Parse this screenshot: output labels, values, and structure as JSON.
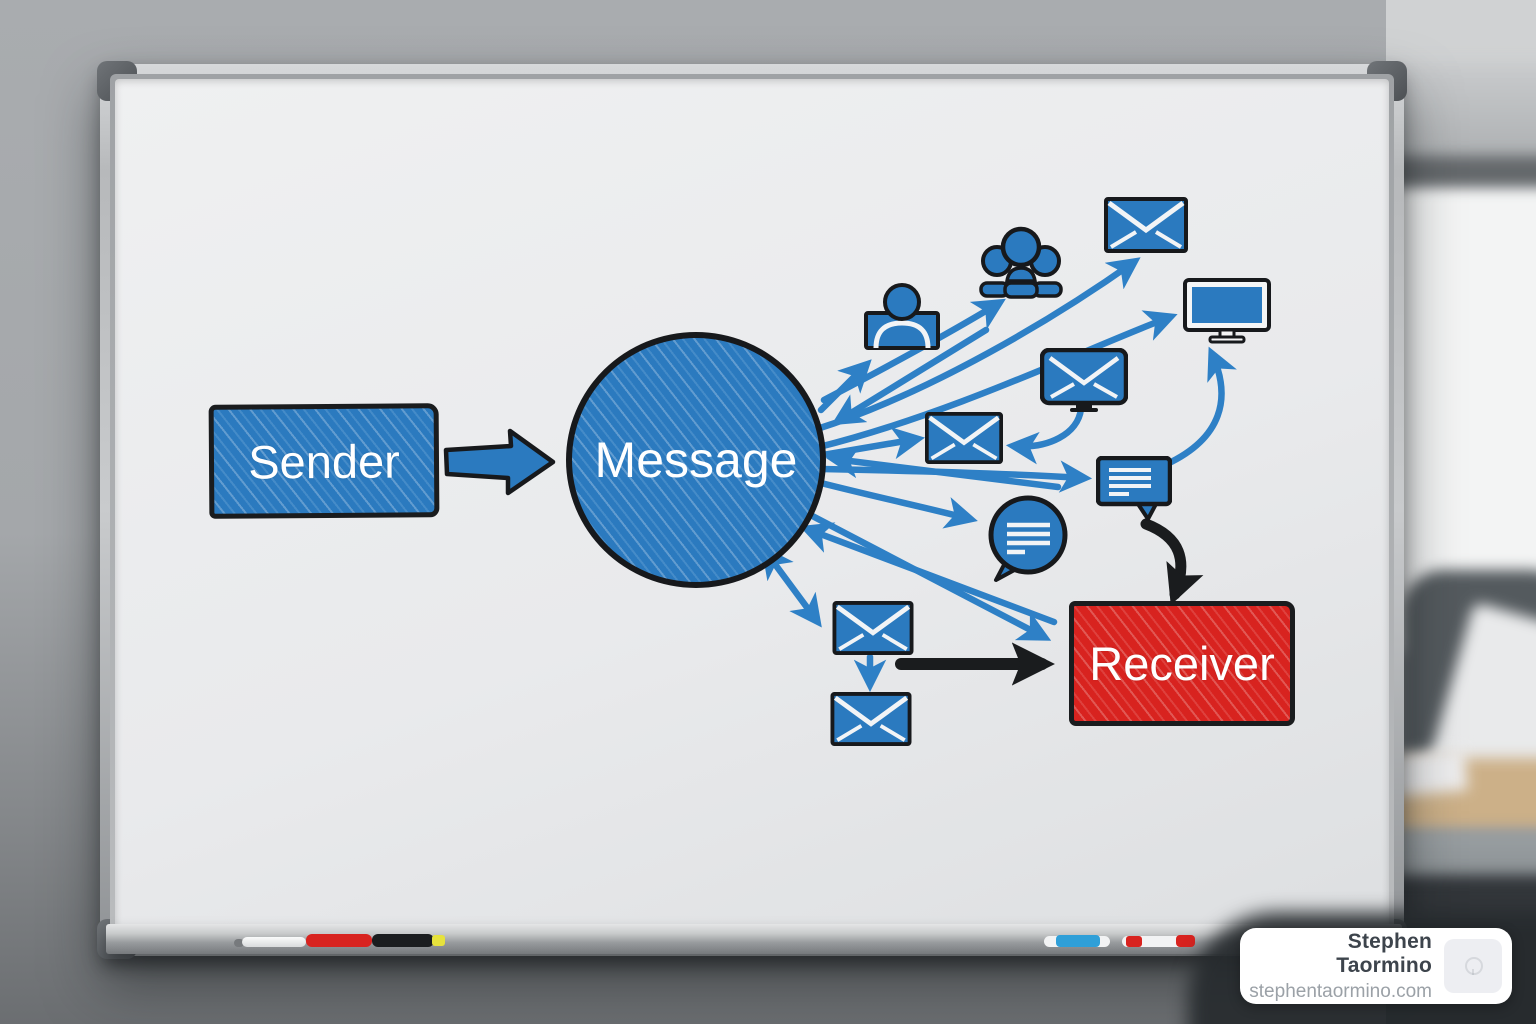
{
  "palette": {
    "node_blue": "#2b7abf",
    "arrow_blue": "#2e80c6",
    "node_red": "#d8231f",
    "ink_black": "#1a1c1e",
    "board_surface": "#e9eaec"
  },
  "diagram": {
    "sender": {
      "label": "Sender"
    },
    "message": {
      "label": "Message"
    },
    "receiver": {
      "label": "Receiver"
    },
    "icons": [
      {
        "id": "person-icon",
        "depicts": "single person"
      },
      {
        "id": "people-group-icon",
        "depicts": "group of three people"
      },
      {
        "id": "envelope-top-icon",
        "depicts": "email envelope"
      },
      {
        "id": "monitor-icon",
        "depicts": "computer monitor"
      },
      {
        "id": "envelope-screen-icon",
        "depicts": "email envelope on a screen"
      },
      {
        "id": "envelope-mid-icon",
        "depicts": "email envelope"
      },
      {
        "id": "chat-box-icon",
        "depicts": "rectangular speech bubble with text lines"
      },
      {
        "id": "speech-bubble-icon",
        "depicts": "round speech bubble with text lines"
      },
      {
        "id": "envelope-bottom-icon",
        "depicts": "email envelope"
      },
      {
        "id": "envelope-bottom-2-icon",
        "depicts": "email envelope"
      }
    ],
    "edges": [
      {
        "from": "sender",
        "to": "message",
        "style": "block-arrow",
        "color": "blue"
      },
      {
        "from": "message",
        "to": "person",
        "color": "blue"
      },
      {
        "from": "group",
        "to": "message",
        "color": "blue"
      },
      {
        "from": "message",
        "to": "group",
        "color": "blue",
        "curved": true
      },
      {
        "from": "message",
        "to": "envelope-top",
        "color": "blue",
        "curved": true
      },
      {
        "from": "message",
        "to": "monitor",
        "color": "blue",
        "curved": true
      },
      {
        "from": "envelope-screen",
        "to": "envelope-mid",
        "color": "blue",
        "curved": true
      },
      {
        "from": "message",
        "to": "envelope-mid",
        "color": "blue"
      },
      {
        "from": "chat-box",
        "to": "message",
        "color": "blue"
      },
      {
        "from": "message",
        "to": "chat-box",
        "color": "blue"
      },
      {
        "from": "message",
        "to": "speech-bubble",
        "color": "blue"
      },
      {
        "from": "chat-box",
        "to": "monitor",
        "color": "blue",
        "curved": true
      },
      {
        "from": "message",
        "to": "envelope-bottom-1",
        "color": "blue",
        "bidirectional": true
      },
      {
        "from": "receiver",
        "to": "message",
        "color": "blue"
      },
      {
        "from": "message",
        "to": "receiver",
        "color": "blue"
      },
      {
        "from": "envelope-bottom-1",
        "to": "envelope-bottom-2",
        "color": "blue"
      },
      {
        "from": "chat-box",
        "to": "receiver",
        "color": "black",
        "curved": true
      },
      {
        "from": "envelope-bottom-1",
        "to": "receiver",
        "color": "black"
      }
    ]
  },
  "watermark": {
    "name": "Stephen Taormino",
    "website": "stephentaormino.com"
  }
}
